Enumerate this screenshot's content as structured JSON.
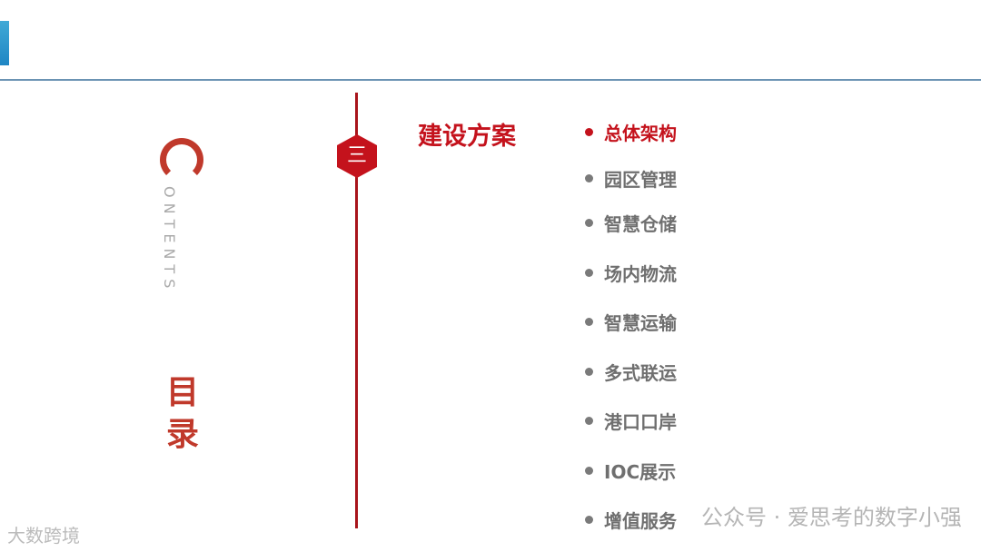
{
  "header": {
    "accent_color": "#1f86c4"
  },
  "contents": {
    "c_letter": "C",
    "rest": "ONTENTS",
    "title": "目录"
  },
  "section": {
    "number": "三",
    "title": "建设方案"
  },
  "items": [
    {
      "label": "总体架构",
      "active": true
    },
    {
      "label": "园区管理"
    },
    {
      "label": "智慧仓储"
    },
    {
      "label": "场内物流"
    },
    {
      "label": "智慧运输"
    },
    {
      "label": "多式联运"
    },
    {
      "label": "港口口岸"
    },
    {
      "label": "IOC展示"
    },
    {
      "label": "增值服务"
    }
  ],
  "watermarks": {
    "wechat": "公众号 · 爱思考的数字小强",
    "logo": "大数跨境"
  },
  "colors": {
    "red": "#c4121c",
    "gray": "#6f6f6f"
  }
}
